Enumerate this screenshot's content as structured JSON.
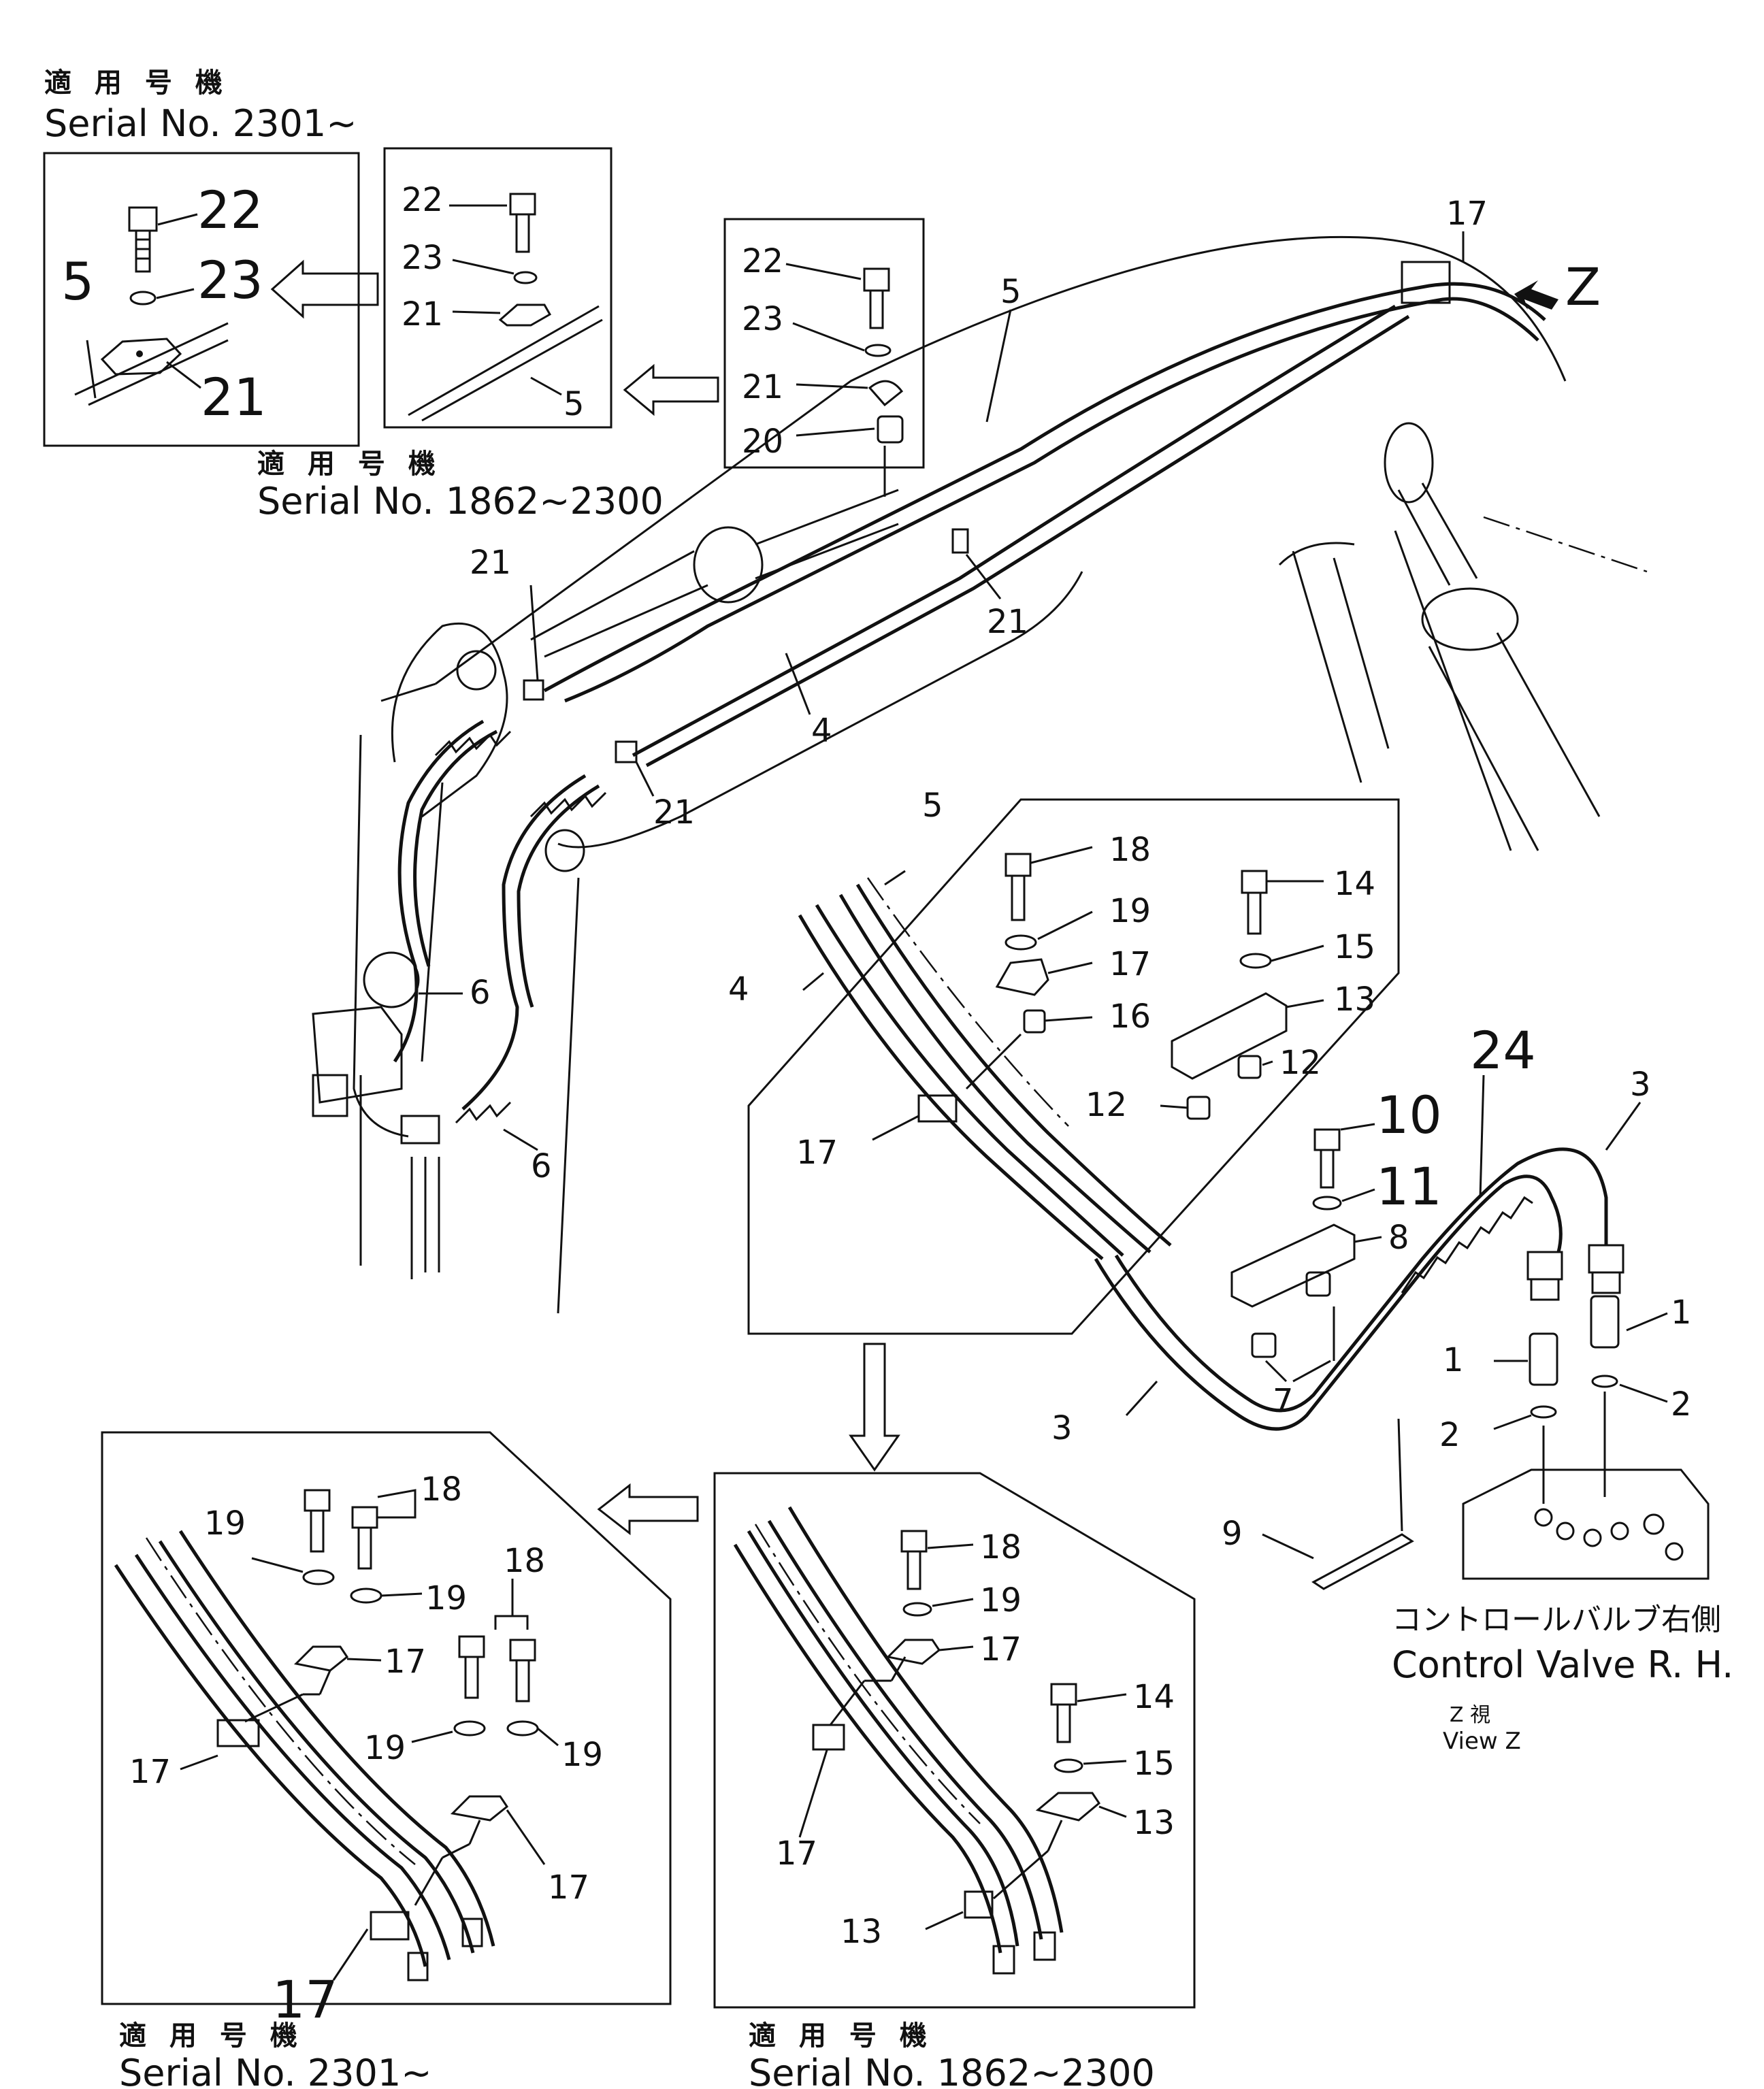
{
  "serials": {
    "jp_applicable": "適 用 号 機",
    "s2301": "Serial No. 2301~",
    "s1862": "Serial No. 1862~2300"
  },
  "control_valve": {
    "jp": "コントロールバルブ右側",
    "en": "Control Valve R. H."
  },
  "view_z": {
    "jp": "Z 視",
    "en": "View Z",
    "arrow_label": "Z"
  },
  "part_numbers": [
    "1",
    "2",
    "3",
    "4",
    "5",
    "6",
    "7",
    "8",
    "9",
    "10",
    "11",
    "12",
    "13",
    "14",
    "15",
    "16",
    "17",
    "18",
    "19",
    "20",
    "21",
    "22",
    "23",
    "24"
  ]
}
